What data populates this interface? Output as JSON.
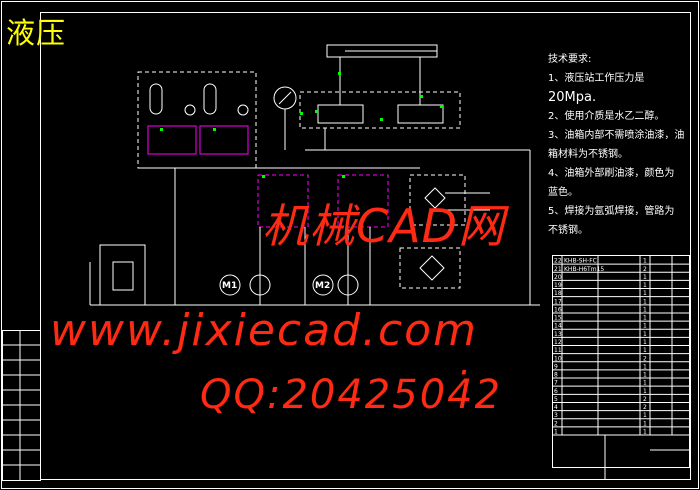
{
  "title": "液压",
  "requirements": {
    "heading": "技术要求:",
    "lines": [
      "1、液压站工作压力是",
      "20Mpa.",
      "2、使用介质是水乙二醇。",
      "3、油箱内部不需喷涂油漆，油",
      "箱材料为不锈钢。",
      "4、油箱外部刷油漆，颜色为",
      "蓝色。",
      "5、焊接为氩弧焊接，管路为",
      "不锈钢。"
    ]
  },
  "diagram": {
    "motor_labels": [
      "M1",
      "M2"
    ]
  },
  "parts_table": {
    "rows": [
      {
        "no": "22",
        "code": "KHB-SH-FC",
        "qty": "1"
      },
      {
        "no": "21",
        "code": "KHB-H6Tm15",
        "qty": "2"
      },
      {
        "no": "20",
        "code": "",
        "qty": "1"
      },
      {
        "no": "19",
        "code": "",
        "qty": "1"
      },
      {
        "no": "18",
        "code": "",
        "qty": "1"
      },
      {
        "no": "17",
        "code": "",
        "qty": "1"
      },
      {
        "no": "16",
        "code": "",
        "qty": "1"
      },
      {
        "no": "15",
        "code": "",
        "qty": "1"
      },
      {
        "no": "14",
        "code": "",
        "qty": "1"
      },
      {
        "no": "13",
        "code": "",
        "qty": "1"
      },
      {
        "no": "12",
        "code": "",
        "qty": "1"
      },
      {
        "no": "11",
        "code": "",
        "qty": "1"
      },
      {
        "no": "10",
        "code": "",
        "qty": "2"
      },
      {
        "no": "9",
        "code": "",
        "qty": "1"
      },
      {
        "no": "8",
        "code": "",
        "qty": "1"
      },
      {
        "no": "7",
        "code": "",
        "qty": "1"
      },
      {
        "no": "6",
        "code": "",
        "qty": "1"
      },
      {
        "no": "5",
        "code": "",
        "qty": "2"
      },
      {
        "no": "4",
        "code": "",
        "qty": "2"
      },
      {
        "no": "3",
        "code": "",
        "qty": "1"
      },
      {
        "no": "2",
        "code": "",
        "qty": "1"
      },
      {
        "no": "1",
        "code": "",
        "qty": "1"
      }
    ]
  },
  "watermark": {
    "line1": "机械CAD网",
    "line2": "www.jixiecad.com",
    "line3": "QQ:2042504̇2"
  },
  "colors": {
    "background": "#000000",
    "lines": "#ffffff",
    "title": "#ffff00",
    "watermark": "#ff2a14",
    "markers": "#00ff00",
    "groups": "#ff00ff"
  }
}
